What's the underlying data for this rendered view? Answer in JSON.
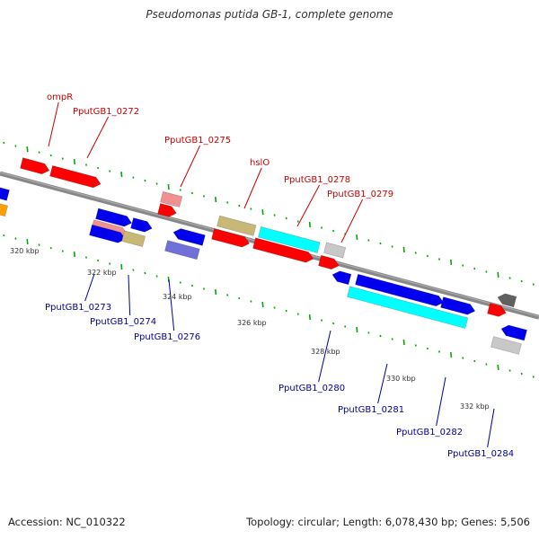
{
  "title": "Pseudomonas putida GB-1, complete genome",
  "footer": {
    "accession_label": "Accession:",
    "accession": "NC_010322",
    "topology_label": "Topology:",
    "topology": "circular",
    "length_label": "Length:",
    "length": "6,078,430 bp",
    "genes_label": "Genes:",
    "genes": "5,506"
  },
  "colors": {
    "red": "#ff0000",
    "pink": "#f09090",
    "khaki": "#c8b878",
    "cyan": "#00ffff",
    "light_gray": "#c8c8c8",
    "blue": "#0000ee",
    "slate": "#7070d8",
    "dark_gray": "#606060",
    "orange": "#ffa000",
    "backbone": "#888888",
    "tick": "#00aa00",
    "forward_label": "#cc0000",
    "reverse_label": "#000099"
  },
  "kbp_marks": [
    {
      "text": "320 kbp"
    },
    {
      "text": "322 kbp"
    },
    {
      "text": "324 kbp"
    },
    {
      "text": "326 kbp"
    },
    {
      "text": "328 kbp"
    },
    {
      "text": "330 kbp"
    },
    {
      "text": "332 kbp"
    }
  ],
  "labels_top": [
    {
      "name": "ompR"
    },
    {
      "name": "PputGB1_0272"
    },
    {
      "name": "PputGB1_0275"
    },
    {
      "name": "hslO"
    },
    {
      "name": "PputGB1_0278"
    },
    {
      "name": "PputGB1_0279"
    }
  ],
  "labels_bottom": [
    {
      "name": "PputGB1_0273"
    },
    {
      "name": "PputGB1_0274"
    },
    {
      "name": "PputGB1_0276"
    },
    {
      "name": "PputGB1_0280"
    },
    {
      "name": "PputGB1_0281"
    },
    {
      "name": "PputGB1_0282"
    },
    {
      "name": "PputGB1_0284"
    }
  ]
}
